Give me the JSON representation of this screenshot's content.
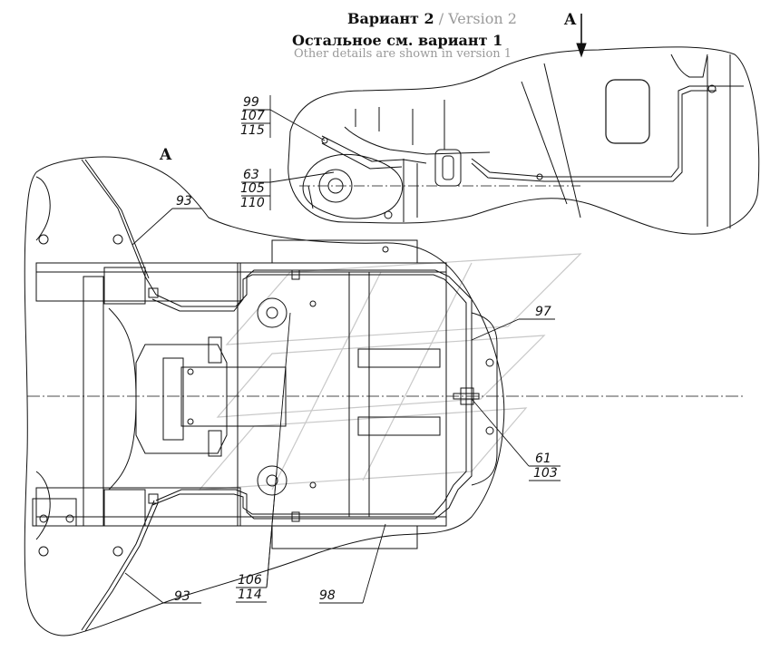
{
  "header": {
    "variant_ru": "Вариант 2",
    "variant_sep": " / ",
    "variant_en": "Version 2",
    "other_ru": "Остальное см. вариант 1",
    "other_en": "Other details are shown in version 1"
  },
  "view_labels": {
    "arrow_label": "A",
    "main_label": "A"
  },
  "callouts": {
    "c99": "99",
    "c107": "107",
    "c115": "115",
    "c63": "63",
    "c105": "105",
    "c110": "110",
    "c93_top": "93",
    "c93_bottom": "93",
    "c97": "97",
    "c61": "61",
    "c103": "103",
    "c106": "106",
    "c114": "114",
    "c98": "98"
  },
  "colors": {
    "line": "#111111",
    "watermark": "#c8c8c8",
    "subtitle": "#9a9a9a"
  }
}
